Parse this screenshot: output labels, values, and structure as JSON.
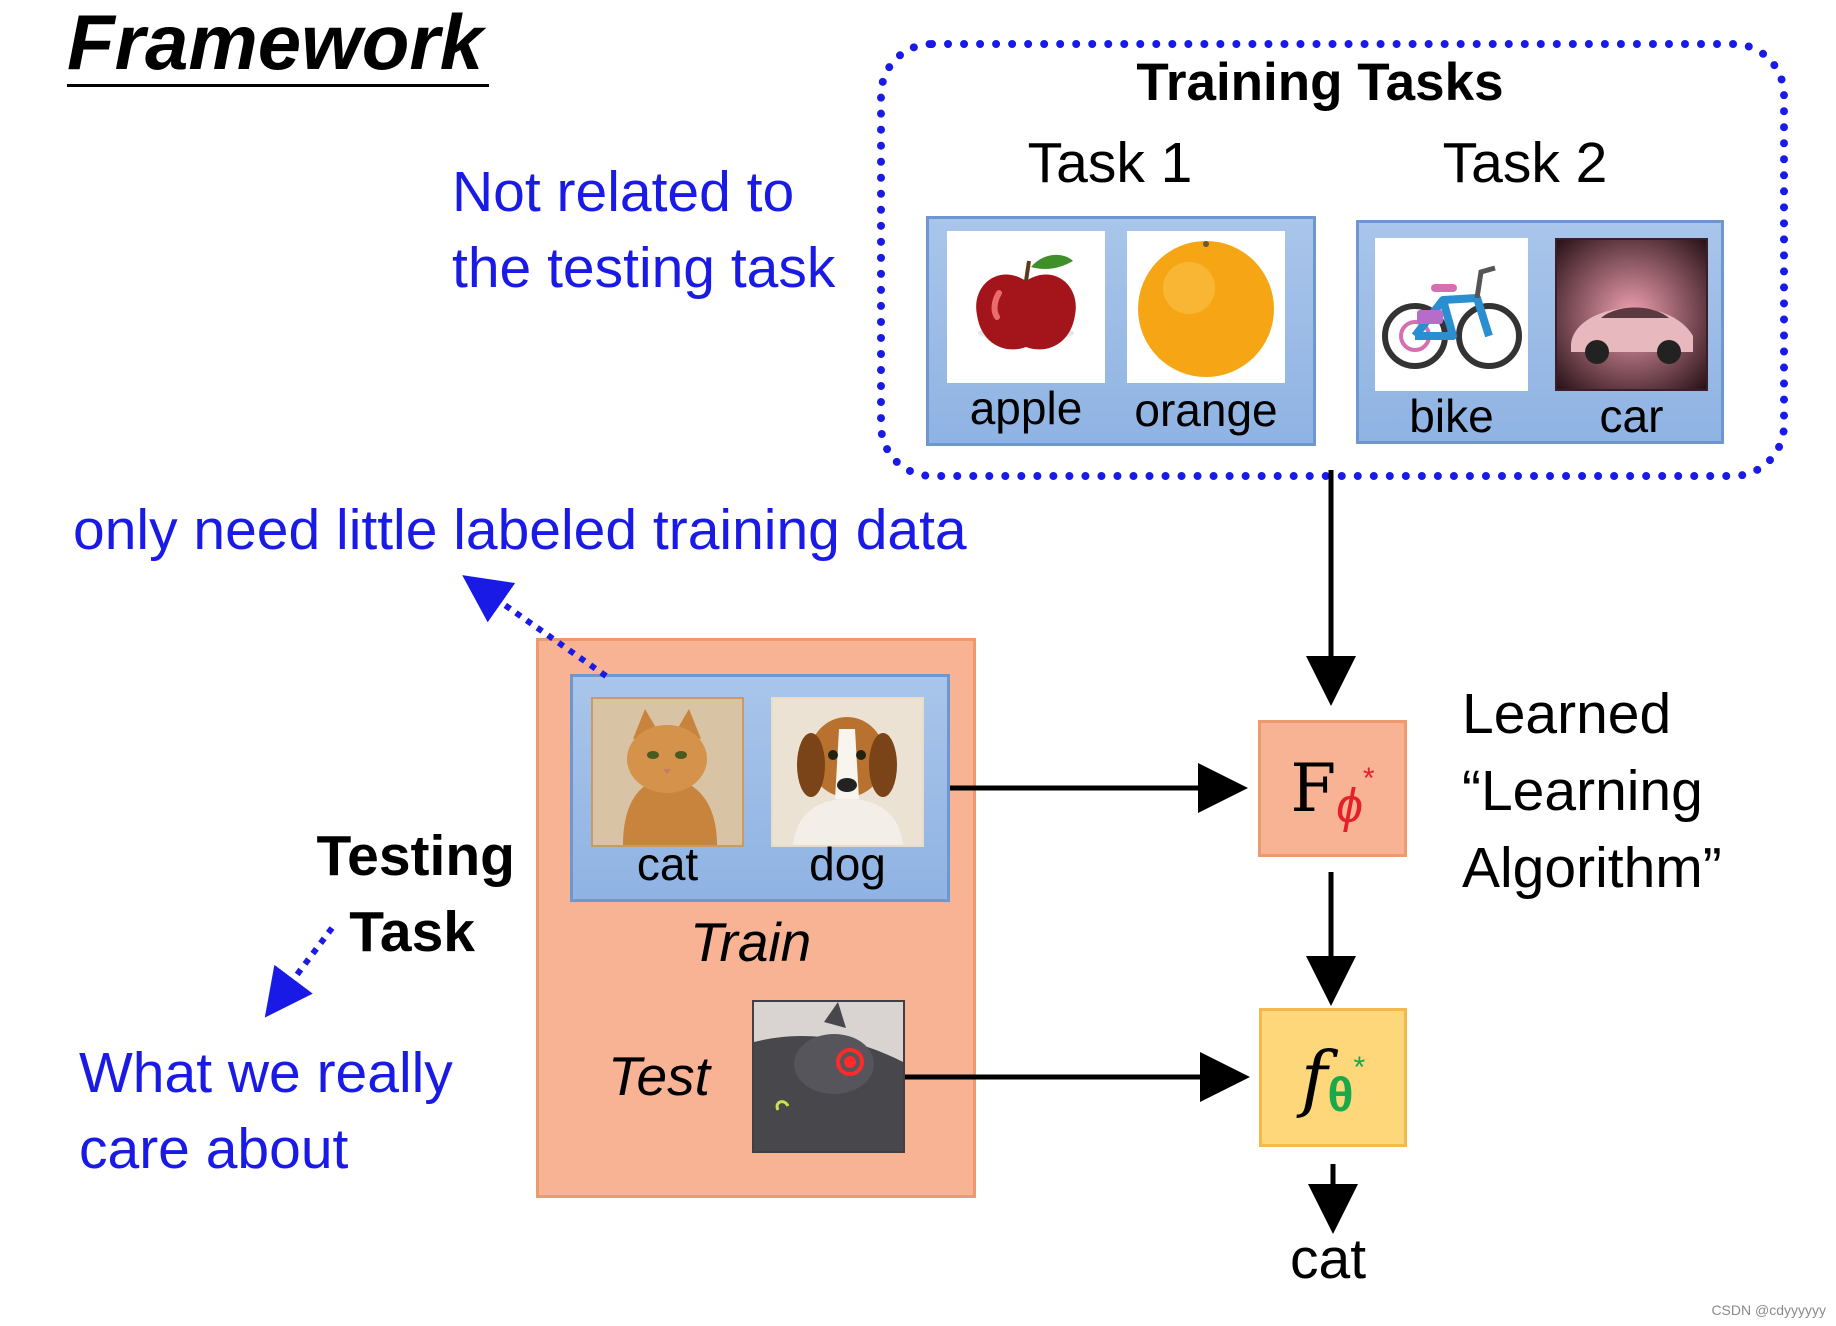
{
  "title": "Framework",
  "notes": {
    "not_related_line1": "Not related to",
    "not_related_line2": "the testing task",
    "little_data": "only need little labeled training data",
    "care_line1": "What we really",
    "care_line2": "care about"
  },
  "training": {
    "title": "Training Tasks",
    "task1": {
      "title": "Task 1",
      "labels": [
        "apple",
        "orange"
      ]
    },
    "task2": {
      "title": "Task 2",
      "labels": [
        "bike",
        "car"
      ]
    }
  },
  "testing": {
    "title_line1": "Testing",
    "title_line2": "Task",
    "labels": [
      "cat",
      "dog"
    ],
    "train_label": "Train",
    "test_label": "Test"
  },
  "learned": {
    "line1": "Learned",
    "line2": "“Learning",
    "line3": "Algorithm”",
    "F_symbol": "F",
    "F_sub": "ϕ",
    "F_sup": "*",
    "f_symbol": "f",
    "f_sub": "θ",
    "f_sup": "*"
  },
  "output": "cat",
  "watermark": "CSDN @cdyyyyyy",
  "colors": {
    "annotation_blue": "#1a1ae6",
    "panel_orange": "#f8b395",
    "panel_blue": "#a9c5ea",
    "node_yellow": "#fdd779",
    "phi_red": "#e5202a",
    "theta_green": "#19a84a"
  }
}
